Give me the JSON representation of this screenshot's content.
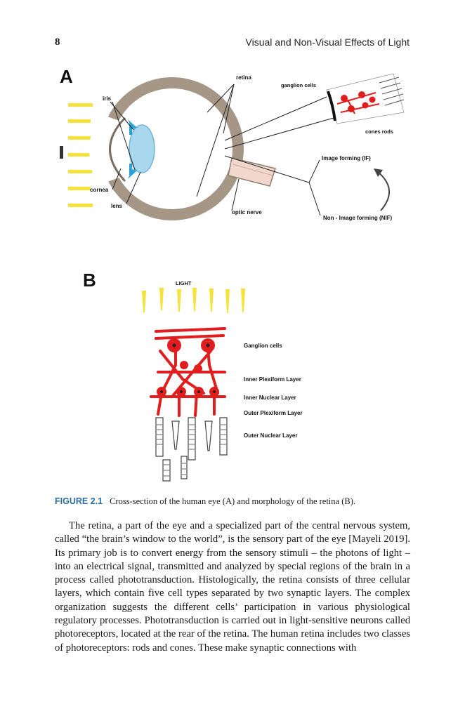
{
  "header": {
    "page_number": "8",
    "running_title": "Visual and Non-Visual Effects of Light"
  },
  "figure": {
    "panel_a": {
      "letter": "A",
      "labels": {
        "retina": "retina",
        "ganglion_cells": "ganglion cells",
        "iris": "iris",
        "cones_rods": "cones rods",
        "image_forming": "Image forming (IF)",
        "cornea": "cornea",
        "lens": "lens",
        "optic_nerve": "optic nerve",
        "non_image_forming": "Non - Image forming (NIF)"
      }
    },
    "panel_b": {
      "letter": "B",
      "light_label": "LIGHT",
      "layers": [
        "Ganglion cells",
        "Inner Plexiform Layer",
        "Inner Nuclear Layer",
        "Outer Plexiform Layer",
        "Outer Nuclear Layer"
      ]
    },
    "caption_label": "FIGURE 2.1",
    "caption_text": "Cross-section of the human eye (A) and morphology of the retina (B)."
  },
  "body": {
    "paragraph": "The retina, a part of the eye and a specialized part of the central nervous system, called “the brain’s window to the world”, is the sensory part of the eye [Mayeli 2019]. Its primary job is to convert energy from the sensory stimuli – the photons of light – into an electrical signal, transmitted and analyzed by special regions of the brain in a process called phototransduction. Histologically, the retina consists of three cellular layers, which contain five cell types separated by two synaptic layers. The complex organization suggests the different cells’ participation in various physiological regulatory processes. Phototransduction is carried out in light-sensitive neurons called photoreceptors, located at the rear of the retina. The human retina includes two classes of photoreceptors: rods and cones. These make synaptic connections with"
  },
  "colors": {
    "accent": "#2c6e9e",
    "neuron_red": "#e21d1d",
    "light_yellow": "#f5e23a",
    "iris_blue": "#2aa3d8",
    "eye_wall": "#9a8b7c"
  }
}
